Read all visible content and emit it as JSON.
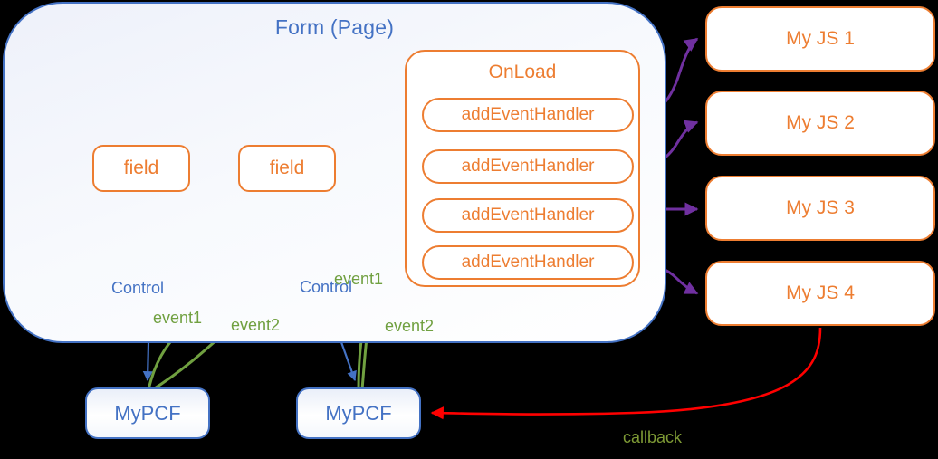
{
  "diagram": {
    "title": "PCF / Form event handler wiring diagram",
    "form": {
      "title": "Form (Page)"
    },
    "fields": [
      {
        "label": "field"
      },
      {
        "label": "field"
      }
    ],
    "onload": {
      "title": "OnLoad",
      "handlers": [
        {
          "label": "addEventHandler"
        },
        {
          "label": "addEventHandler"
        },
        {
          "label": "addEventHandler"
        },
        {
          "label": "addEventHandler"
        }
      ]
    },
    "scripts": [
      {
        "label": "My JS 1"
      },
      {
        "label": "My JS 2"
      },
      {
        "label": "My JS 3"
      },
      {
        "label": "My JS 4"
      }
    ],
    "components": [
      {
        "label": "MyPCF"
      },
      {
        "label": "MyPCF"
      }
    ],
    "edge_labels": {
      "control_1": "Control",
      "event1_1": "event1",
      "event2_1": "event2",
      "control_2": "Control",
      "event1_2": "event1",
      "event2_2": "event2",
      "callback": "callback"
    },
    "colors": {
      "orange": "#ED7D31",
      "blue": "#4472C4",
      "green": "#70A040",
      "purple": "#7030A0",
      "red": "#FF0000",
      "olive": "#7E9A35",
      "background": "#000000"
    }
  }
}
